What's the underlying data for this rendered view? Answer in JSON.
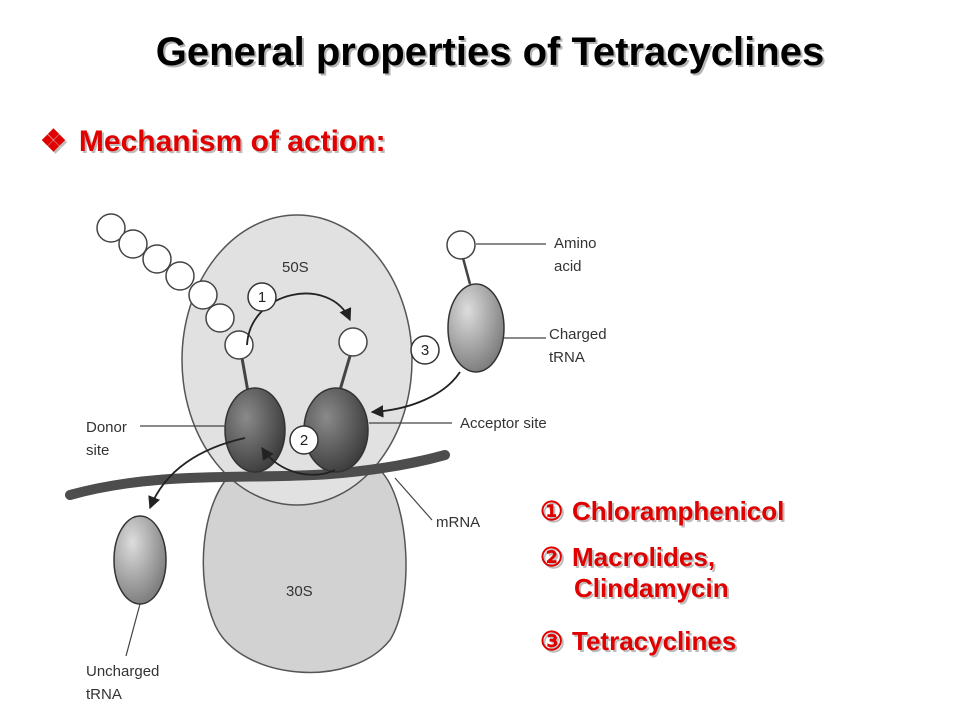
{
  "title": "General properties of Tetracyclines",
  "subtitle": {
    "bullet": "❖",
    "text": "Mechanism of action:"
  },
  "diagram": {
    "labels": {
      "subunit_large": "50S",
      "subunit_small": "30S",
      "amino_acid_line1": "Amino",
      "amino_acid_line2": "acid",
      "charged_trna_line1": "Charged",
      "charged_trna_line2": "tRNA",
      "donor_site_line1": "Donor",
      "donor_site_line2": "site",
      "acceptor_site": "Acceptor site",
      "mrna": "mRNA",
      "uncharged_trna_line1": "Uncharged",
      "uncharged_trna_line2": "tRNA"
    },
    "step_markers": [
      "1",
      "2",
      "3"
    ]
  },
  "legend": [
    {
      "num": "①",
      "line1": "Chloramphenicol",
      "line2": ""
    },
    {
      "num": "②",
      "line1": "Macrolides,",
      "line2": "Clindamycin"
    },
    {
      "num": "③",
      "line1": "Tetracyclines",
      "line2": ""
    }
  ],
  "colors": {
    "title": "#000000",
    "accent_red": "#e00000",
    "ribosome_fill": "#dcdcdc",
    "trna_dark": "#4a4a4a",
    "mrna": "#4d4d4d"
  }
}
